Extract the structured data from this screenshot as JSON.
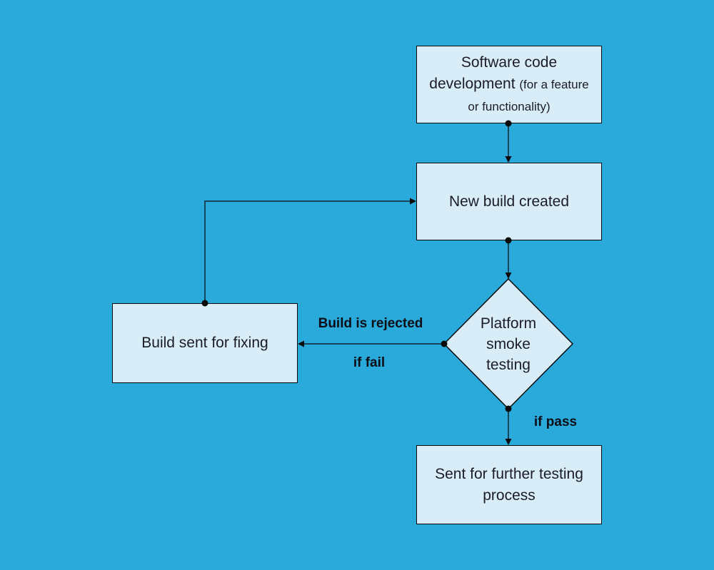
{
  "canvas": {
    "background_color": "#29aadb",
    "node_fill_color": "#d8edf7",
    "node_border_color": "#0b0b0b",
    "connector_color": "#17465b",
    "node_text_color": "#1c1c26",
    "edge_label_color": "#0d0d16"
  },
  "nodes": {
    "software_dev": {
      "main": "Software code development",
      "sub": "(for a feature or functionality)"
    },
    "new_build": {
      "label": "New build created"
    },
    "platform_smoke_testing": {
      "label": "Platform smoke testing"
    },
    "build_fixing": {
      "label": "Build sent for fixing"
    },
    "further_testing": {
      "label": "Sent for further testing process"
    }
  },
  "edge_labels": {
    "rejected": "Build is rejected",
    "if_fail": "if fail",
    "if_pass": "if pass"
  }
}
